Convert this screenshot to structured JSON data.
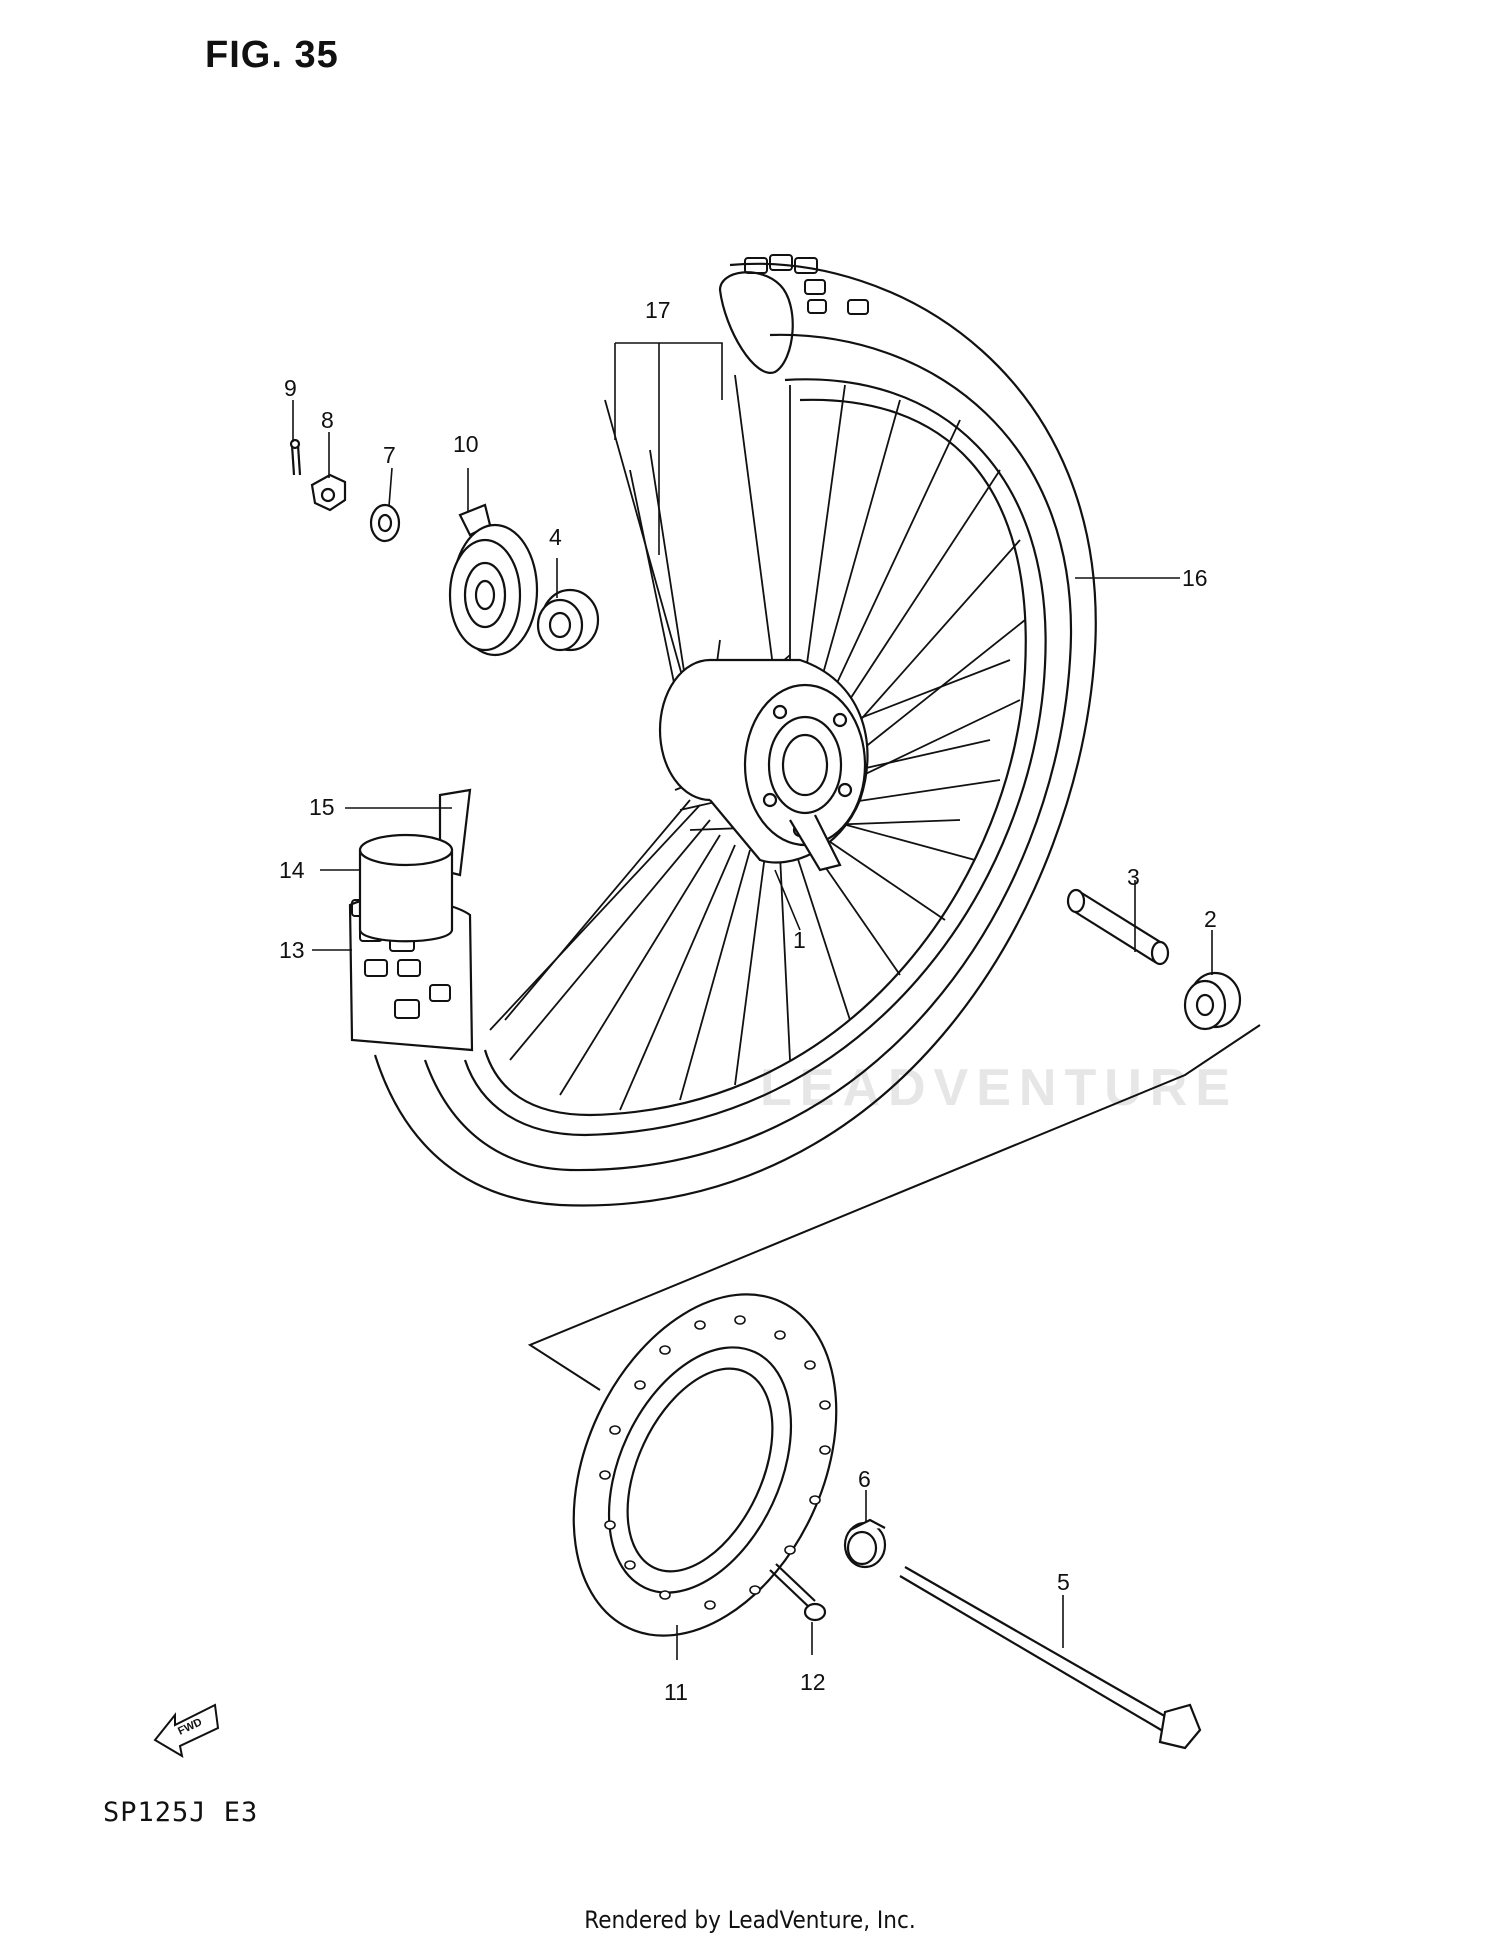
{
  "figure": {
    "title": "FIG. 35"
  },
  "model_code": "SP125J  E3",
  "footer": "Rendered by LeadVenture, Inc.",
  "watermark": "LEADVENTURE",
  "fwd_label": "FWD",
  "parts": [
    {
      "id": "1",
      "name": "hub"
    },
    {
      "id": "2",
      "name": "bearing"
    },
    {
      "id": "3",
      "name": "spacer"
    },
    {
      "id": "4",
      "name": "bearing"
    },
    {
      "id": "5",
      "name": "axle"
    },
    {
      "id": "6",
      "name": "collar"
    },
    {
      "id": "7",
      "name": "washer"
    },
    {
      "id": "8",
      "name": "nut"
    },
    {
      "id": "9",
      "name": "cotter-pin"
    },
    {
      "id": "10",
      "name": "speedometer-gearbox"
    },
    {
      "id": "11",
      "name": "brake-disc"
    },
    {
      "id": "12",
      "name": "disc-bolt"
    },
    {
      "id": "13",
      "name": "tire"
    },
    {
      "id": "14",
      "name": "tube"
    },
    {
      "id": "15",
      "name": "rim-band"
    },
    {
      "id": "16",
      "name": "rim"
    },
    {
      "id": "17",
      "name": "spoke-set"
    }
  ]
}
